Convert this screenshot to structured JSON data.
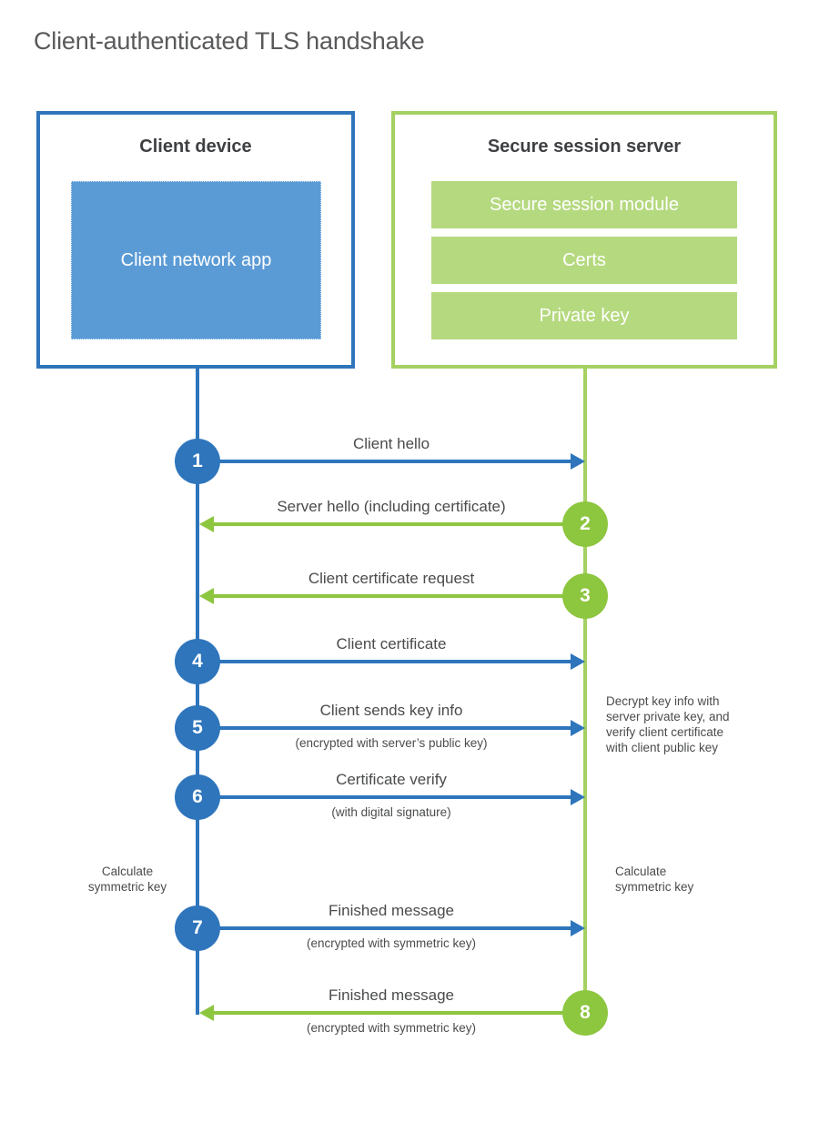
{
  "title": "Client-authenticated TLS handshake",
  "client_box": {
    "title": "Client device",
    "app_label": "Client network app"
  },
  "server_box": {
    "title": "Secure session server",
    "modules": [
      "Secure session module",
      "Certs",
      "Private key"
    ]
  },
  "steps": [
    {
      "num": "1",
      "label": "Client hello",
      "sublabel": "",
      "from": "client",
      "arrow_color": "blue",
      "direction": "right"
    },
    {
      "num": "2",
      "label": "Server hello (including certificate)",
      "sublabel": "",
      "from": "server",
      "arrow_color": "green",
      "direction": "left"
    },
    {
      "num": "3",
      "label": "Client certificate request",
      "sublabel": "",
      "from": "server",
      "arrow_color": "green",
      "direction": "left"
    },
    {
      "num": "4",
      "label": "Client certificate",
      "sublabel": "",
      "from": "client",
      "arrow_color": "blue",
      "direction": "right"
    },
    {
      "num": "5",
      "label": "Client sends key info",
      "sublabel": "(encrypted with server’s public key)",
      "from": "client",
      "arrow_color": "blue",
      "direction": "right"
    },
    {
      "num": "6",
      "label": "Certificate verify",
      "sublabel": "(with digital signature)",
      "from": "client",
      "arrow_color": "blue",
      "direction": "right"
    },
    {
      "num": "7",
      "label": "Finished message",
      "sublabel": "(encrypted with symmetric key)",
      "from": "client",
      "arrow_color": "blue",
      "direction": "right"
    },
    {
      "num": "8",
      "label": "Finished message",
      "sublabel": "(encrypted with symmetric key)",
      "from": "server",
      "arrow_color": "green",
      "direction": "left"
    }
  ],
  "annotations": {
    "server_note_lines": [
      "Decrypt key info with",
      "server private key, and",
      "verify client certificate",
      "with client public key"
    ],
    "calc_left_lines": [
      "Calculate",
      "symmetric key"
    ],
    "calc_right_lines": [
      "Calculate",
      "symmetric key"
    ]
  },
  "colors": {
    "blue": "#2e75bc",
    "blue_light": "#5b9bd5",
    "green": "#8dc63f",
    "green_border": "#a4d162",
    "green_light": "#b5d97f"
  }
}
